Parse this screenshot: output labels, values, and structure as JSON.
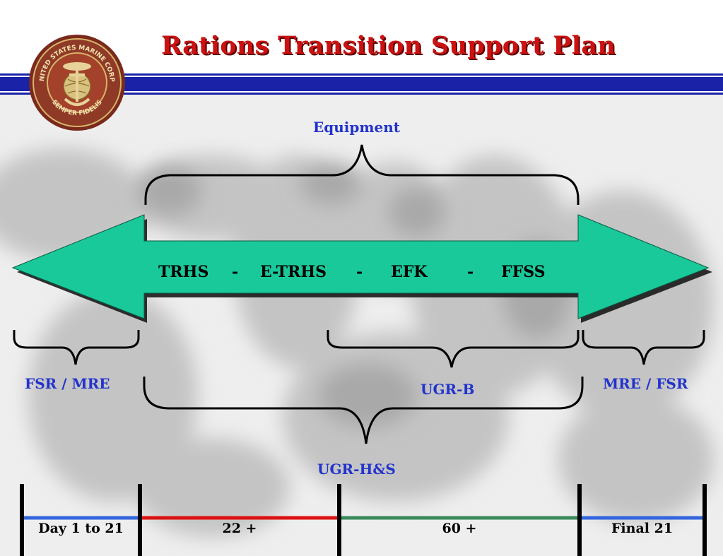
{
  "title": "Rations Transition Support Plan",
  "seal": {
    "top_text": "UNITED STATES MARINE CORPS",
    "bottom_text": "SEMPER FIDELIS"
  },
  "labels": {
    "equipment": "Equipment",
    "left_bracket": "FSR / MRE",
    "right_bracket": "MRE / FSR",
    "ugr_b": "UGR-B",
    "ugr_hs": "UGR-H&S"
  },
  "arrow": {
    "color": "#19c99a",
    "items": [
      "TRHS",
      "-",
      "E-TRHS",
      "-",
      "EFK",
      "-",
      "FFSS"
    ]
  },
  "timeline": {
    "segments": [
      {
        "label": "Day 1 to 21",
        "color": "#3366dd"
      },
      {
        "label": "22 +",
        "color": "#dd1111"
      },
      {
        "label": "60 +",
        "color": "#3a8a5a"
      },
      {
        "label": "Final 21",
        "color": "#3366dd"
      }
    ]
  },
  "colors": {
    "title": "#cc1111",
    "label_blue": "#2233cc",
    "band_blue": "#1a22a8"
  }
}
